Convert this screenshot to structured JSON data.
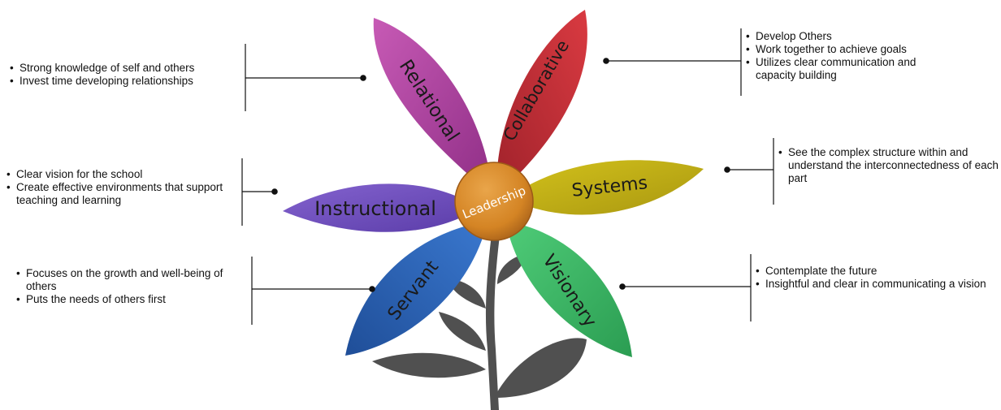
{
  "center": {
    "label": "Leadership"
  },
  "petals": {
    "relational": "Relational",
    "collaborative": "Collaborative",
    "instructional": "Instructional",
    "systems": "Systems",
    "servant": "Servant",
    "visionary": "Visionary"
  },
  "notes": {
    "relational": [
      "Strong knowledge of self and others",
      "Invest time developing relationships"
    ],
    "collaborative": [
      "Develop Others",
      "Work together to achieve goals",
      "Utilizes clear communication and capacity building"
    ],
    "instructional": [
      "Clear vision for the school",
      "Create effective environments that support teaching and learning"
    ],
    "systems": [
      "See the complex structure within and understand the interconnectedness of each part"
    ],
    "servant": [
      "Focuses on the growth and well-being of others",
      "Puts the needs of others first"
    ],
    "visionary": [
      "Contemplate the future",
      "Insightful and clear in communicating a vision"
    ]
  },
  "colors": {
    "relational": "#b548a4",
    "collaborative": "#cf3038",
    "instructional": "#7352c0",
    "systems": "#c7b414",
    "servant": "#2f66bd",
    "visionary": "#42c06b",
    "center": "#d9892c",
    "stem": "#505050"
  }
}
